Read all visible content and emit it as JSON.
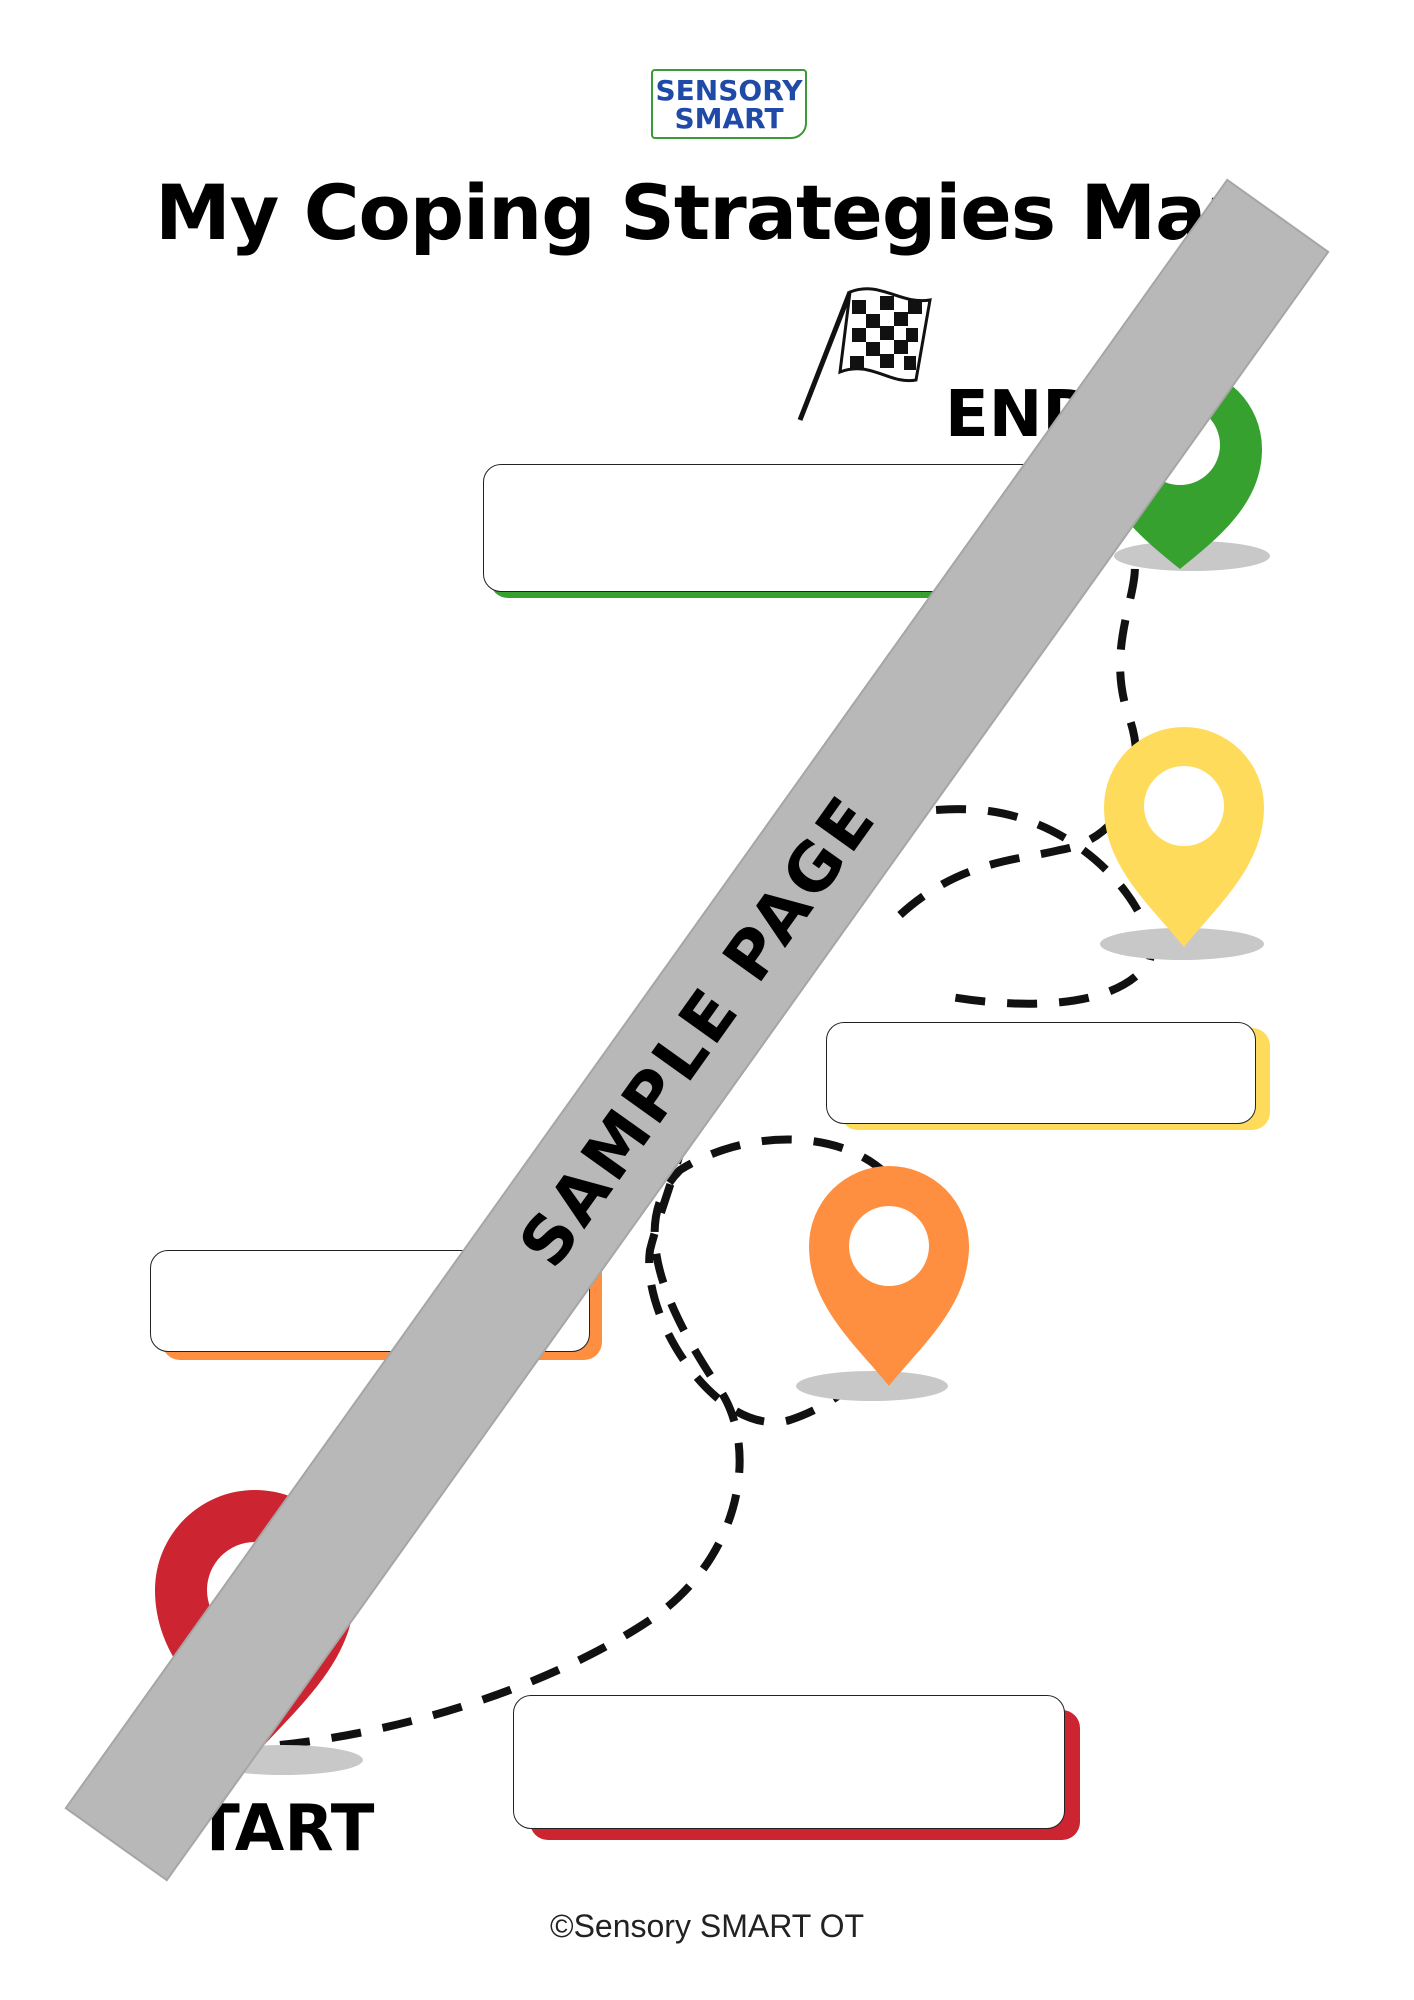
{
  "logo": {
    "line1": "SENSORY",
    "line2": "SMART"
  },
  "title": "My Coping Strategies Map",
  "labels": {
    "end": "END",
    "start": "START"
  },
  "watermark": "SAMPLE PAGE",
  "footer": "©Sensory SMART OT",
  "colors": {
    "green": "#36a12f",
    "yellow": "#ffdb5c",
    "orange": "#ff8f40",
    "red": "#cc2430",
    "tape": "#b8b8b8"
  },
  "icons": [
    "checkered-flag-icon",
    "location-pin-icon"
  ],
  "text_boxes": [
    {
      "level": "end",
      "color": "green"
    },
    {
      "level": "third",
      "color": "yellow"
    },
    {
      "level": "second",
      "color": "orange"
    },
    {
      "level": "start",
      "color": "red"
    }
  ]
}
